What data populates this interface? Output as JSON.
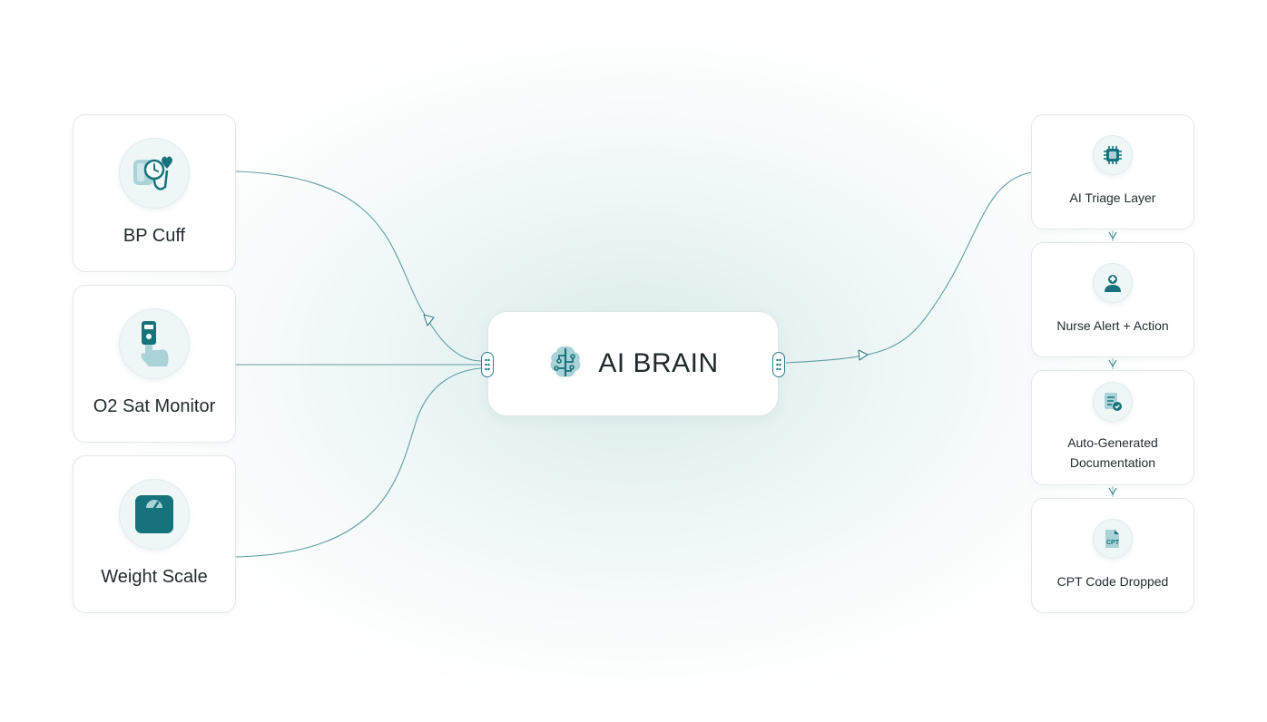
{
  "inputs": [
    {
      "label": "BP Cuff",
      "icon": "bp-cuff-icon"
    },
    {
      "label": "O2 Sat Monitor",
      "icon": "pulse-oximeter-icon"
    },
    {
      "label": "Weight Scale",
      "icon": "weight-scale-icon"
    }
  ],
  "center": {
    "label": "AI BRAIN",
    "icon": "brain-icon"
  },
  "outputs": [
    {
      "label": "AI Triage Layer",
      "icon": "chip-icon"
    },
    {
      "label": "Nurse Alert + Action",
      "icon": "nurse-icon"
    },
    {
      "label": "Auto-Generated Documentation",
      "icon": "document-check-icon"
    },
    {
      "label": "CPT Code Dropped",
      "icon": "cpt-file-icon"
    }
  ],
  "colors": {
    "accent": "#16737b",
    "accent_light": "#a9d3d6",
    "connector": "#5f9ea3",
    "card_border": "#e3e8e8",
    "background_glow": "#d8eaea"
  }
}
